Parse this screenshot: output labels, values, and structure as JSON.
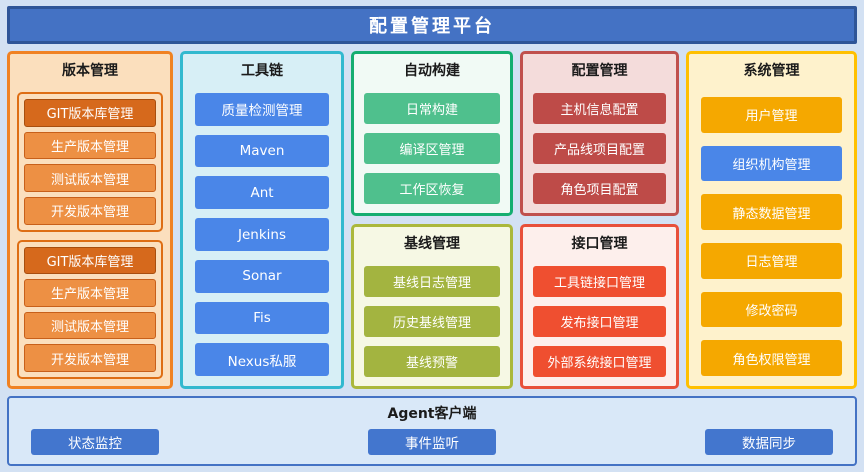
{
  "header": {
    "title": "配置管理平台"
  },
  "sections": {
    "version": {
      "title": "版本管理",
      "groups": [
        {
          "items": [
            "GIT版本库管理",
            "生产版本管理",
            "测试版本管理",
            "开发版本管理"
          ]
        },
        {
          "items": [
            "GIT版本库管理",
            "生产版本管理",
            "测试版本管理",
            "开发版本管理"
          ]
        }
      ]
    },
    "toolchain": {
      "title": "工具链",
      "items": [
        "质量检测管理",
        "Maven",
        "Ant",
        "Jenkins",
        "Sonar",
        "Fis",
        "Nexus私服"
      ]
    },
    "autobuild": {
      "title": "自动构建",
      "items": [
        "日常构建",
        "编译区管理",
        "工作区恢复"
      ]
    },
    "baseline": {
      "title": "基线管理",
      "items": [
        "基线日志管理",
        "历史基线管理",
        "基线预警"
      ]
    },
    "config": {
      "title": "配置管理",
      "items": [
        "主机信息配置",
        "产品线项目配置",
        "角色项目配置"
      ]
    },
    "interface": {
      "title": "接口管理",
      "items": [
        "工具链接口管理",
        "发布接口管理",
        "外部系统接口管理"
      ]
    },
    "system": {
      "title": "系统管理",
      "items": [
        "用户管理",
        "组织机构管理",
        "静态数据管理",
        "日志管理",
        "修改密码",
        "角色权限管理"
      ]
    }
  },
  "agent": {
    "title": "Agent客户端",
    "items": [
      "状态监控",
      "事件监听",
      "数据同步"
    ]
  },
  "colors": {
    "page_bg": "#D3E1F3",
    "header_bg": "#4472C4",
    "header_border": "#2F5597",
    "version_border": "#F08223",
    "version_item": "#ED9044",
    "version_item_git": "#D6691C",
    "toolchain_border": "#32B9CF",
    "toolchain_item": "#4A86E8",
    "autobuild_border": "#15AE70",
    "autobuild_item": "#4FC08D",
    "baseline_border": "#ABB83C",
    "baseline_item": "#A3B440",
    "config_border": "#C0504D",
    "config_item": "#BE4B48",
    "interface_border": "#E8503A",
    "interface_item": "#EF4F30",
    "system_border": "#FFC000",
    "system_item": "#F5A800",
    "system_item_alt": "#4A86E8",
    "agent_item": "#4376CE"
  }
}
